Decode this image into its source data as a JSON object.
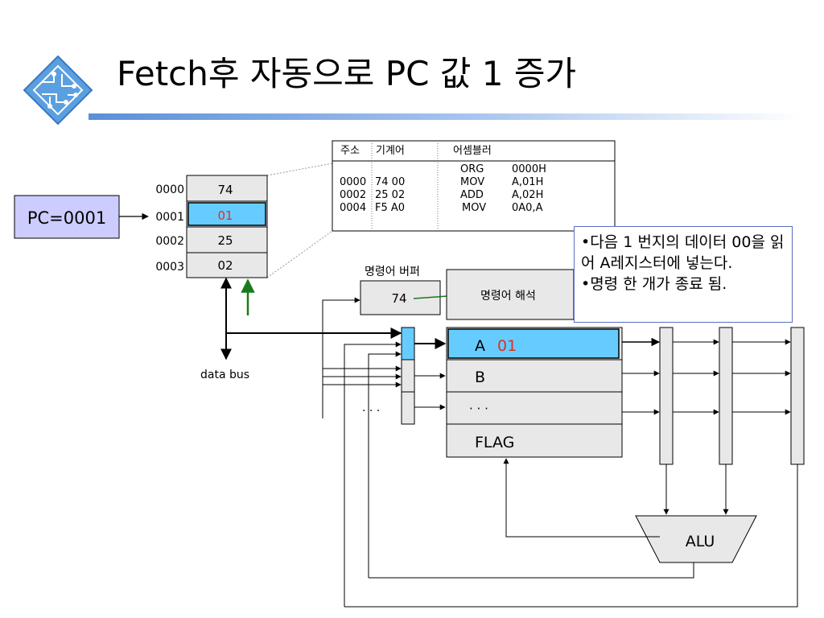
{
  "title": "Fetch후 자동으로 PC 값 1 증가",
  "pc_label": "PC=0001",
  "memory": {
    "addresses": [
      "0000",
      "0001",
      "0002",
      "0003"
    ],
    "values": [
      "74",
      "01",
      "25",
      "02"
    ]
  },
  "program_table": {
    "headers": [
      "주소",
      "기계어",
      "어셈블러"
    ],
    "rows": [
      {
        "addr": "",
        "code": "",
        "asm_op": "ORG",
        "asm_arg": "0000H"
      },
      {
        "addr": "0000",
        "code": "74 00",
        "asm_op": "MOV",
        "asm_arg": "A,01H"
      },
      {
        "addr": "0002",
        "code": "25 02",
        "asm_op": "ADD",
        "asm_arg": "A,02H"
      },
      {
        "addr": "0004",
        "code": "F5 A0",
        "asm_op": "MOV",
        "asm_arg": "0A0,A"
      }
    ]
  },
  "instruction_buffer": {
    "label": "명령어 버퍼",
    "value": "74"
  },
  "decoder": {
    "label": "명령어 해석"
  },
  "registers": {
    "a_name": "A",
    "a_value": "01",
    "b_name": "B",
    "dots": "· · ·",
    "flag": "FLAG"
  },
  "left_dots": "· · ·",
  "data_bus_label": "data bus",
  "alu_label": "ALU",
  "note": [
    "•다음 1 번지의 데이터 00을 읽어 A레지스터에 넣는다.",
    "•명령 한 개가 종료 됨."
  ],
  "colors": {
    "highlight": "#66ccff",
    "red_text": "#e03020",
    "green_arrow": "#1a7a1a",
    "pc_box": "#ccccff",
    "gray_box": "#e8e8e8",
    "rule": "#5b8fd8"
  },
  "logo_icon": "circuit-chip-logo-icon"
}
